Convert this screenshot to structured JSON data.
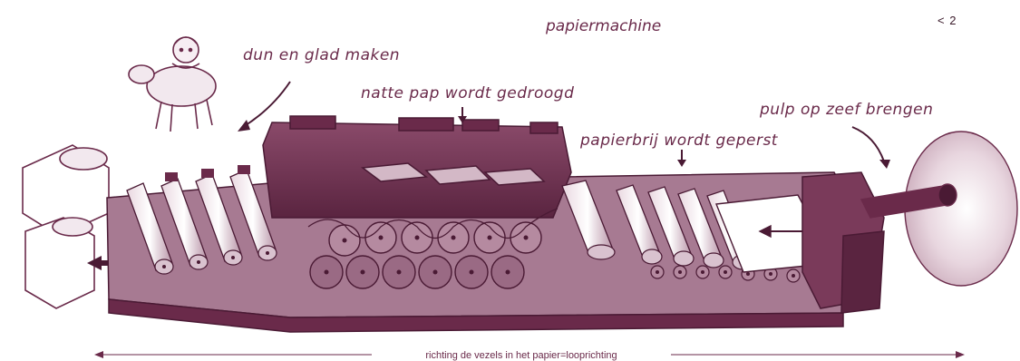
{
  "title": "papiermachine",
  "page_nav": "< 2",
  "labels": {
    "smoothing": "dun en glad maken",
    "drying": "natte pap wordt gedroogd",
    "pressing": "papierbrij wordt geperst",
    "feeding": "pulp op zeef brengen"
  },
  "bottom_caption": "richting de vezels in het papier=looprichting",
  "colors": {
    "ink": "#6a2a4a",
    "dark": "#4a1a34",
    "mid": "#8a4a6a",
    "light": "#c9a9b9",
    "pale": "#ecdde5",
    "paper": "#ffffff"
  }
}
